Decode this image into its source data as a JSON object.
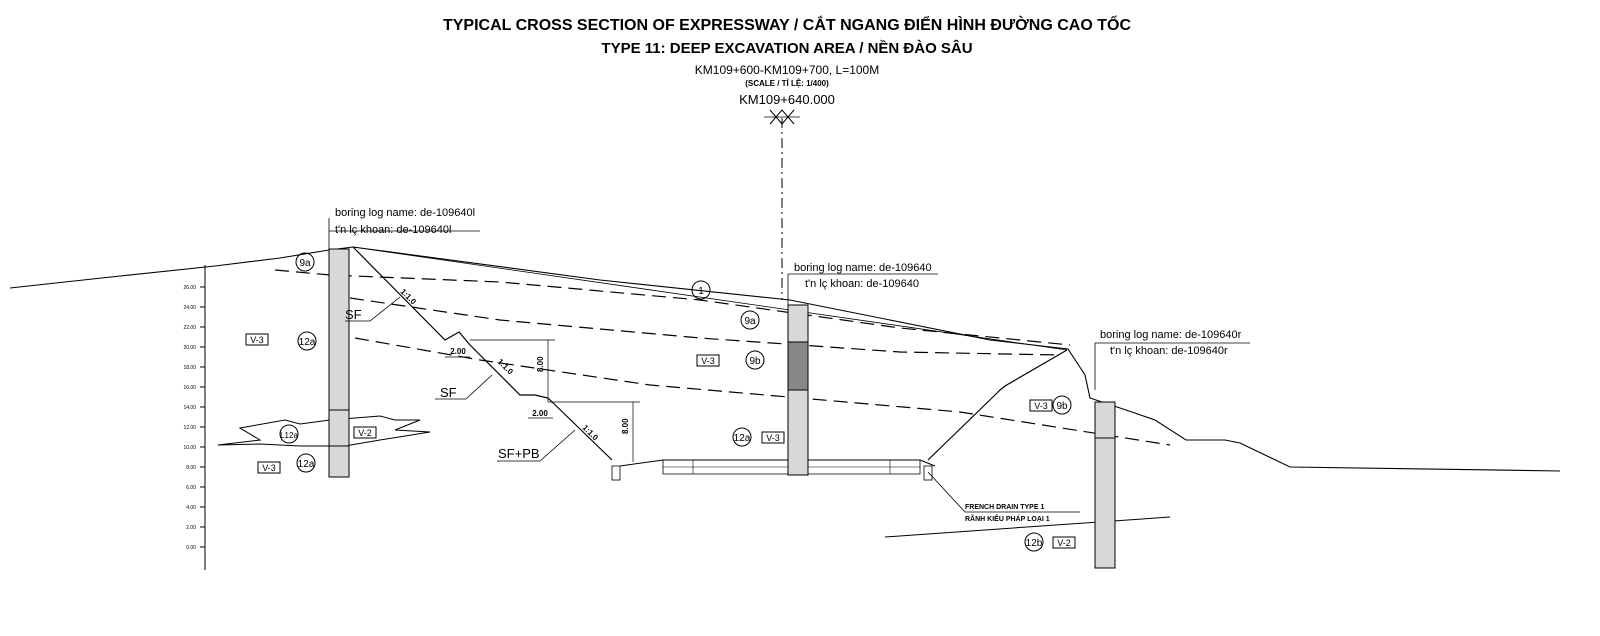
{
  "title": {
    "line1": "TYPICAL CROSS SECTION OF EXPRESSWAY / CẮT NGANG ĐIỂN HÌNH ĐƯỜNG CAO TỐC",
    "line2": "TYPE 11: DEEP EXCAVATION AREA / NỀN ĐÀO SÂU",
    "line3": "KM109+600-KM109+700, L=100M",
    "scale": "(SCALE / TỈ LỆ: 1/400)",
    "station": "KM109+640.000"
  },
  "boreholes": {
    "left": {
      "name": "boring log name:  de-109640l",
      "name_vn": "t'n lç khoan:  de-109640l"
    },
    "center": {
      "name": "boring log name:  de-109640",
      "name_vn": "t'n lç khoan:  de-109640"
    },
    "right": {
      "name": "boring log name:  de-109640r",
      "name_vn": "t'n lç khoan:  de-109640r"
    }
  },
  "layers": {
    "l1": "1",
    "l9a_left": "9a",
    "l9a_center": "9a",
    "l9b_center": "9b",
    "l9b_right": "9b",
    "l12a_left": "12a",
    "l12a_left2": "12a",
    "l12a_center": "12a",
    "l12a_lens": "L12a",
    "l12b": "12b"
  },
  "weathering": {
    "w_left1": "V-3",
    "w_left2": "V-2",
    "w_left3": "V-3",
    "w_center1": "V-3",
    "w_center2": "V-3",
    "w_right1": "V-3",
    "w_right2": "V-2"
  },
  "slopes": {
    "s1": "1:1.0",
    "s2": "1:1.0",
    "s3": "1:1.0"
  },
  "dims": {
    "bench1": "2.00",
    "bench2": "2.00",
    "h1": "8.00",
    "h2": "8.00"
  },
  "annotations": {
    "sf1": "SF",
    "sf2": "SF",
    "sfpb": "SF+PB",
    "french1": "FRENCH DRAIN TYPE 1",
    "french2": "RÃNH KIỂU PHÁP LOẠI 1"
  },
  "elevation_ticks": [
    "26.00",
    "24.00",
    "22.00",
    "20.00",
    "18.00",
    "16.00",
    "14.00",
    "12.00",
    "10.00",
    "8.00",
    "6.00",
    "4.00",
    "2.00",
    "0.00"
  ]
}
